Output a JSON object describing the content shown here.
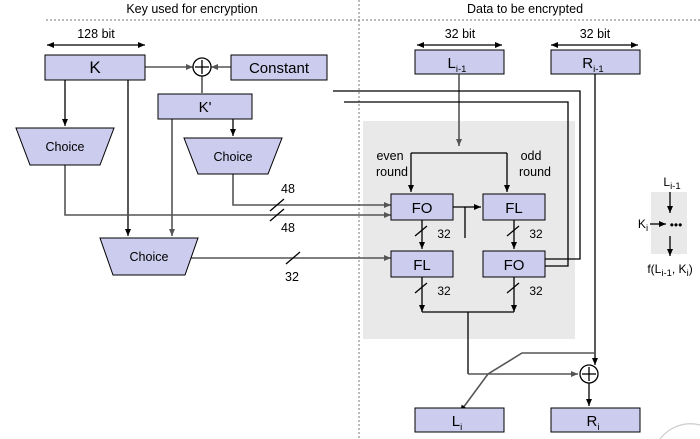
{
  "headers": {
    "left": "Key used for encryption",
    "right": "Data to be encrypted"
  },
  "dimensions": {
    "key_width": "128 bit",
    "left_data_width": "32 bit",
    "right_data_width": "32 bit"
  },
  "key_side": {
    "k_box": "K",
    "constant_box": "Constant",
    "kprime_box": "K'",
    "choice_1": "Choice",
    "choice_2": "Choice",
    "choice_3": "Choice",
    "xor_symbol": "⊕"
  },
  "bus_labels": {
    "bus_48_top": "48",
    "bus_48_bottom": "48",
    "bus_32": "32"
  },
  "data_side": {
    "l_in": "L",
    "l_in_sub": "i-1",
    "r_in": "R",
    "r_in_sub": "i-1",
    "l_out": "L",
    "l_out_sub": "i",
    "r_out": "R",
    "r_out_sub": "i",
    "xor_symbol": "⊕"
  },
  "round_labels": {
    "even_line1": "even",
    "even_line2": "round",
    "odd_line1": "odd",
    "odd_line2": "round"
  },
  "function_blocks": {
    "fo_even": "FO",
    "fl_odd": "FL",
    "fl_even": "FL",
    "fo_odd": "FO"
  },
  "internal_widths": {
    "fo_even_out": "32",
    "fl_odd_out": "32",
    "fl_even_out": "32",
    "fo_odd_out": "32"
  },
  "legend": {
    "input_base": "L",
    "input_sub": "i-1",
    "key_base": "K",
    "key_sub": "i",
    "body": "•••",
    "output_prefix": "f(L",
    "output_sub1": "i-1",
    "output_mid": ", K",
    "output_sub2": "i",
    "output_suffix": ")"
  },
  "colors": {
    "box_fill": "#ccccee",
    "panel_fill": "#e9e9e9",
    "wire": "#555555",
    "outline": "#000000"
  }
}
